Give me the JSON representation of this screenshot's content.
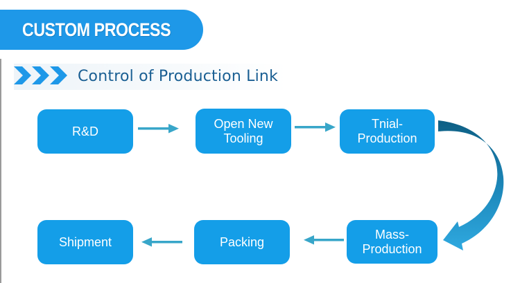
{
  "header": {
    "title": "CUSTOM PROCESS"
  },
  "subheader": {
    "title": "Control of Production Link"
  },
  "flow": {
    "steps": [
      {
        "label": "R&D"
      },
      {
        "label": "Open New\nTooling"
      },
      {
        "label": "Tnial-\nProduction"
      },
      {
        "label": "Mass-\nProduction"
      },
      {
        "label": "Packing"
      },
      {
        "label": "Shipment"
      }
    ]
  },
  "colors": {
    "banner": "#1e98e8",
    "node": "#149ee8",
    "subhead_text": "#1a5f93",
    "arrow": "#38a6c9",
    "curve_arrow_dark": "#0e5f84",
    "curve_arrow_light": "#2fa9e0"
  }
}
